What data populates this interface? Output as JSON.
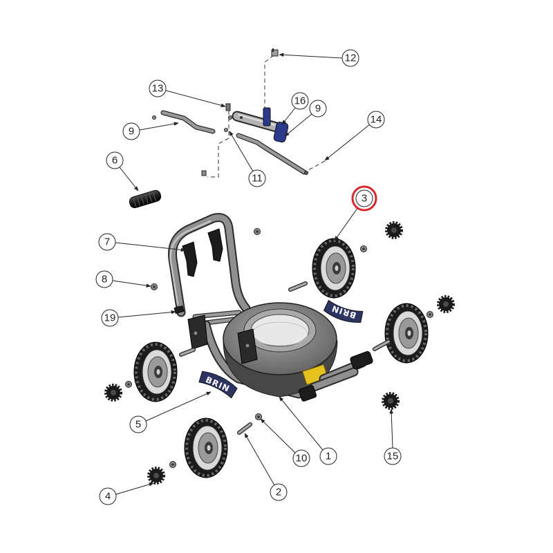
{
  "callouts": [
    {
      "label": "12"
    },
    {
      "label": "13"
    },
    {
      "label": "16"
    },
    {
      "label": "9"
    },
    {
      "label": "9"
    },
    {
      "label": "14"
    },
    {
      "label": "6"
    },
    {
      "label": "11"
    },
    {
      "label": "3",
      "highlighted": true
    },
    {
      "label": "7"
    },
    {
      "label": "8"
    },
    {
      "label": "19"
    },
    {
      "label": "5"
    },
    {
      "label": "10"
    },
    {
      "label": "1"
    },
    {
      "label": "15"
    },
    {
      "label": "2"
    },
    {
      "label": "4"
    }
  ],
  "decal_text": "BRIN",
  "colors": {
    "highlight": "#d8262c",
    "accent_part": "#2b3a8c",
    "decal": "#2c3464",
    "warning_label": "#e6c21e"
  }
}
